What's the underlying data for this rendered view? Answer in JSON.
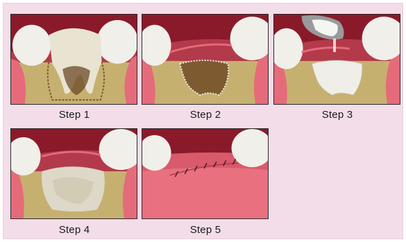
{
  "steps": [
    {
      "label": "Step 1",
      "illustration": "tooth-extraction-site"
    },
    {
      "label": "Step 2",
      "illustration": "empty-socket"
    },
    {
      "label": "Step 3",
      "illustration": "bone-graft-placement"
    },
    {
      "label": "Step 4",
      "illustration": "healed-graft"
    },
    {
      "label": "Step 5",
      "illustration": "sutured-gum"
    }
  ],
  "colors": {
    "background": "#f3dde8",
    "gum": "#e56b7a",
    "bone": "#c9b574",
    "tooth": "#f2f0ea",
    "dark_tissue": "#8c1b2a"
  }
}
